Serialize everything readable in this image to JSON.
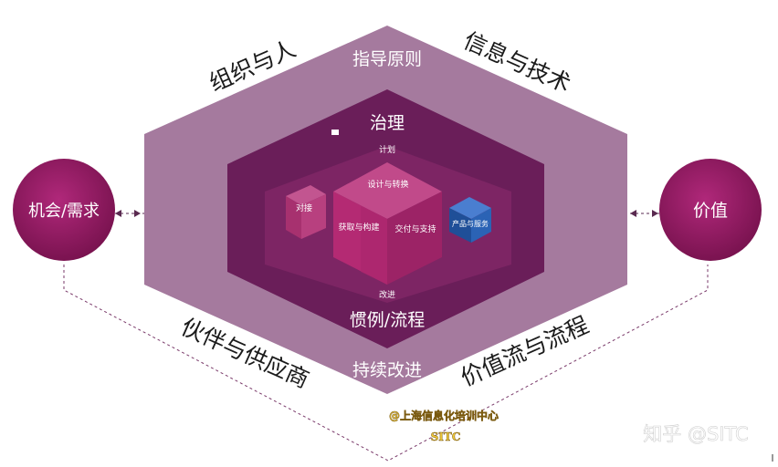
{
  "diagram": {
    "edges": {
      "top_left": "组织与人",
      "top_right": "信息与技术",
      "bottom_left": "伙伴与供应商",
      "bottom_right": "价值流与流程"
    },
    "layers": {
      "guiding_principles": "指导原则",
      "governance": "治理",
      "practices": "惯例/流程",
      "continual_improvement": "持续改进"
    },
    "value_chain": {
      "plan": "计划",
      "design_transition": "设计与转换",
      "engage": "对接",
      "obtain_build": "获取与构建",
      "deliver_support": "交付与支持",
      "products_services": "产品与服务",
      "improve": "改进"
    },
    "nodes": {
      "opportunity_demand": "机会/需求",
      "value": "价值"
    }
  },
  "watermarks": {
    "zhihu": "知乎 @SITC",
    "stamp_line1": "@上海信息化培训中心",
    "stamp_line2": "SITC"
  },
  "colors": {
    "outer_hex": "#a57a9e",
    "inner_hex": "#6a1e59",
    "cube_magenta": "#b92d76",
    "node_circle": "#9a1a62",
    "product_cube": "#2b63b5"
  }
}
